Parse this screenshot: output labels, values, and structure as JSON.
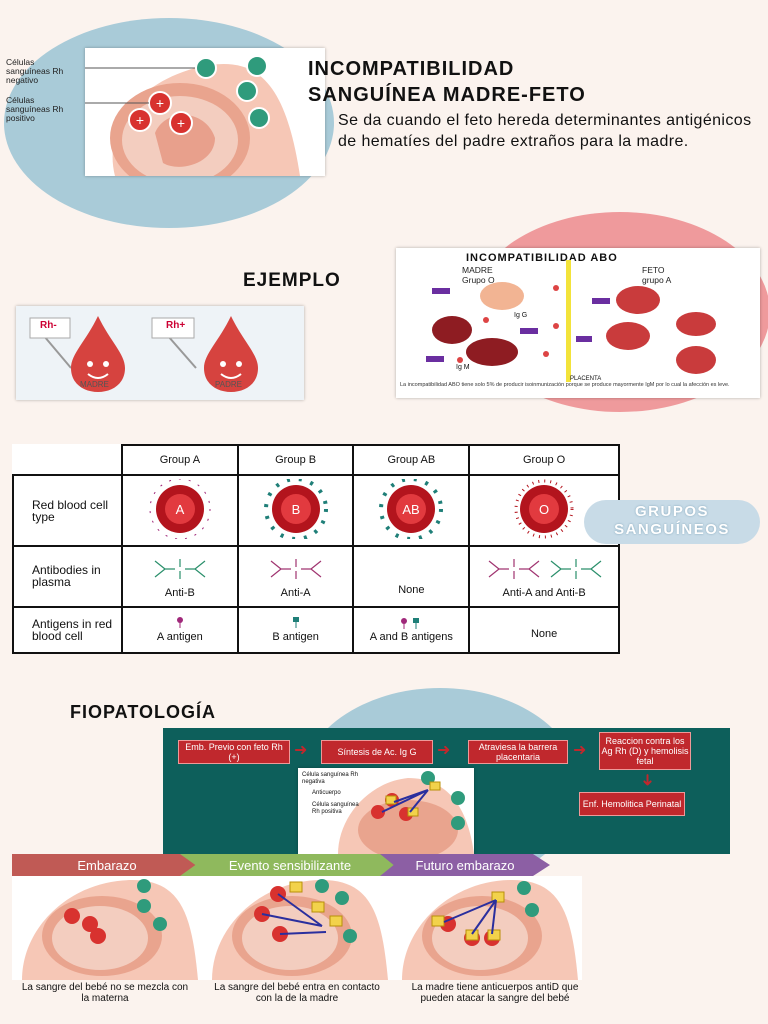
{
  "header": {
    "title_line1": "INCOMPATIBILIDAD",
    "title_line2": "SANGUÍNEA MADRE-FETO",
    "description": "Se da cuando el feto hereda determinantes antigénicos de hematíes del padre extraños para la madre."
  },
  "diagram_labels": {
    "rh_neg": "Células sanguíneas Rh negativo",
    "rh_pos": "Células sanguíneas Rh positivo"
  },
  "ejemplo": {
    "heading": "EJEMPLO",
    "left_sign": "Rh-",
    "right_sign": "Rh+",
    "left_caption": "MADRE",
    "right_caption": "PADRE"
  },
  "abo": {
    "title": "INCOMPATIBILIDAD ABO",
    "madre": "MADRE",
    "madre_group": "Grupo O",
    "feto": "FETO",
    "feto_group": "grupo A",
    "igg": "Ig G",
    "igm": "Ig M",
    "placenta": "PLACENTA",
    "footnote": "La incompatibilidad ABO tiene solo 5% de producir isoinmunización porque se produce mayormente IgM por lo cual la afección es leve."
  },
  "table": {
    "columns": [
      "Group A",
      "Group B",
      "Group AB",
      "Group O"
    ],
    "row1_label": "Red blood cell type",
    "cells": [
      "A",
      "B",
      "AB",
      "O"
    ],
    "row2_label": "Antibodies in plasma",
    "antibodies": [
      "Anti-B",
      "Anti-A",
      "None",
      "Anti-A and Anti-B"
    ],
    "row3_label": "Antigens in red blood cell",
    "antigens": [
      "A antigen",
      "B antigen",
      "A and B antigens",
      "None"
    ]
  },
  "grupos": {
    "line1": "GRUPOS",
    "line2": "SANGUÍNEOS"
  },
  "fiopatologia": {
    "heading": "FIOPATOLOGÍA",
    "boxes": [
      "Emb. Previo con feto Rh (+)",
      "Síntesis de Ac. Ig G",
      "Atraviesa la barrera placentaria",
      "Reaccion contra los Ag Rh (D) y hemolisis fetal",
      "Enf. Hemolitica Perinatal"
    ],
    "small_labels": {
      "neg": "Célula sanguínea Rh negativa",
      "anti": "Anticuerpo",
      "pos": "Célula sanguínea Rh positiva"
    }
  },
  "stages": {
    "bands": [
      "Embarazo",
      "Evento sensibilizante",
      "Futuro embarazo"
    ],
    "captions": [
      "La sangre del bebé no se mezcla con la materna",
      "La sangre del bebé entra en contacto con la de la madre",
      "La madre tiene anticuerpos antiD que pueden atacar la sangre del bebé"
    ]
  },
  "colors": {
    "red": "#c0282d",
    "teal": "#0d5f5b",
    "green_cell": "#2f9b7c",
    "yellow": "#f2d24b"
  }
}
